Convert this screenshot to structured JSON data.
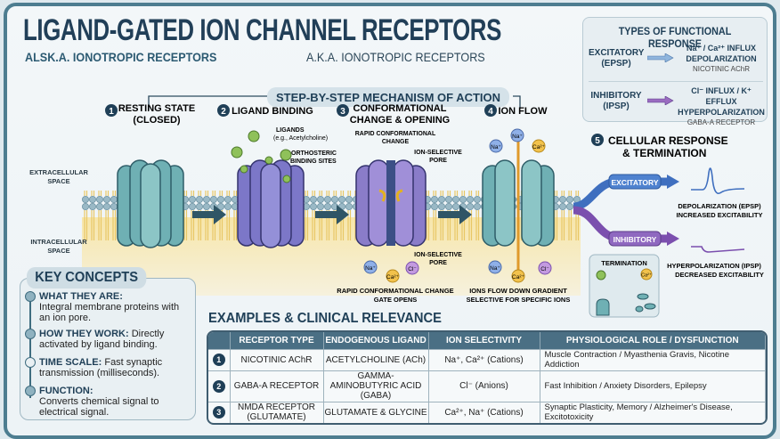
{
  "title": "LIGAND-GATED ION CHANNEL RECEPTORS",
  "subtitle_left": "ALSK.A. IONOTROPIC RECEPTORS",
  "subtitle_center": "A.K.A. IONOTROPIC RECEPTORS",
  "mechanism": {
    "header": "STEP-BY-STEP MECHANISM OF ACTION",
    "steps": [
      {
        "num": "1",
        "line1": "RESTING STATE",
        "line2": "(CLOSED)"
      },
      {
        "num": "2",
        "line1": "LIGAND BINDING",
        "line2": ""
      },
      {
        "num": "3",
        "line1": "CONFORMATIONAL",
        "line2": "CHANGE & OPENING"
      },
      {
        "num": "4",
        "line1": "ION FLOW",
        "line2": ""
      }
    ],
    "labels": {
      "extracellular": [
        "EXTRACELLULAR",
        "SPACE"
      ],
      "intracellular": [
        "INTRACELLULAR",
        "SPACE"
      ],
      "ligands": "LIGANDS",
      "ligands_eg": "(e.g., Acetylcholine)",
      "orthosteric": [
        "ORTHOSTERIC",
        "BINDING SITES"
      ],
      "rapid_change": [
        "RAPID CONFORMATIONAL",
        "CHANGE"
      ],
      "pore_top": [
        "ION-SELECTIVE",
        "PORE"
      ],
      "pore_bottom": [
        "ION-SELECTIVE",
        "PORE"
      ],
      "step3_caption": [
        "RAPID CONFORMATIONAL CHANGE",
        "GATE OPENS"
      ],
      "step4_caption": [
        "IONS FLOW DOWN GRADIENT",
        "SELECTIVE FOR SPECIFIC IONS"
      ],
      "ions": {
        "na": "Na⁺",
        "ca": "Ca²⁺",
        "cl": "Cl⁻"
      }
    }
  },
  "types": {
    "header": "TYPES OF FUNCTIONAL RESPONSE",
    "rows": [
      {
        "label1": "EXCITATORY",
        "label2": "(EPSP)",
        "r1": "Na⁺ / Ca²⁺ INFLUX",
        "r2": "DEPOLARIZATION",
        "r3": "NICOTINIC AChR",
        "color": "#7fa8d4"
      },
      {
        "label1": "INHIBITORY",
        "label2": "(IPSP)",
        "r1": "Cl⁻ INFLUX / K⁺ EFFLUX",
        "r2": "HYPERPOLARIZATION",
        "r3": "GABA-A RECEPTOR",
        "color": "#9a6cc0"
      }
    ]
  },
  "cellular": {
    "num": "5",
    "line1": "CELLULAR RESPONSE",
    "line2": "& TERMINATION",
    "excitatory": "EXCITATORY",
    "inhibitory": "INHIBITORY",
    "exc_desc": [
      "DEPOLARIZATION (EPSP)",
      "INCREASED EXCITABILITY"
    ],
    "inh_desc": [
      "HYPERPOLARIZATION (IPSP)",
      "DECREASED EXCITABILITY"
    ],
    "termination": "TERMINATION",
    "termination_ion": "Ca²⁺",
    "colors": {
      "excitatory": "#3f6fbf",
      "inhibitory": "#7b4fae"
    }
  },
  "key_concepts": {
    "header": "KEY CONCEPTS",
    "items": [
      {
        "title": "WHAT THEY ARE:",
        "text": "Integral membrane proteins with an ion pore.",
        "icon": "circle"
      },
      {
        "title": "HOW THEY WORK:",
        "text": "Directly activated by ligand binding.",
        "icon": "circle"
      },
      {
        "title": "TIME SCALE:",
        "text": "Fast synaptic transmission (milliseconds).",
        "icon": "clock"
      },
      {
        "title": "FUNCTION:",
        "text": "Converts chemical signal to electrical signal.",
        "icon": "circle"
      }
    ]
  },
  "examples": {
    "header": "EXAMPLES & CLINICAL RELEVANCE",
    "columns": [
      "",
      "RECEPTOR TYPE",
      "ENDOGENOUS LIGAND",
      "ION SELECTIVITY",
      "PHYSIOLOGICAL ROLE / DYSFUNCTION"
    ],
    "rows": [
      {
        "num": "1",
        "receptor": "NICOTINIC AChR",
        "ligand": "ACETYLCHOLINE (ACh)",
        "ions": "Na⁺, Ca²⁺ (Cations)",
        "role": "Muscle Contraction / Myasthenia Gravis, Nicotine Addiction"
      },
      {
        "num": "2",
        "receptor": "GABA-A RECEPTOR",
        "ligand": "GAMMA-AMINOBUTYRIC ACID (GABA)",
        "ions": "Cl⁻ (Anions)",
        "role": "Fast Inhibition / Anxiety Disorders, Epilepsy"
      },
      {
        "num": "3",
        "receptor": "NMDA RECEPTOR (GLUTAMATE)",
        "ligand": "GLUTAMATE & GLYCINE",
        "ions": "Ca²⁺, Na⁺ (Cations)",
        "role": "Synaptic Plasticity, Memory / Alzheimer's Disease, Excitotoxicity"
      }
    ]
  }
}
